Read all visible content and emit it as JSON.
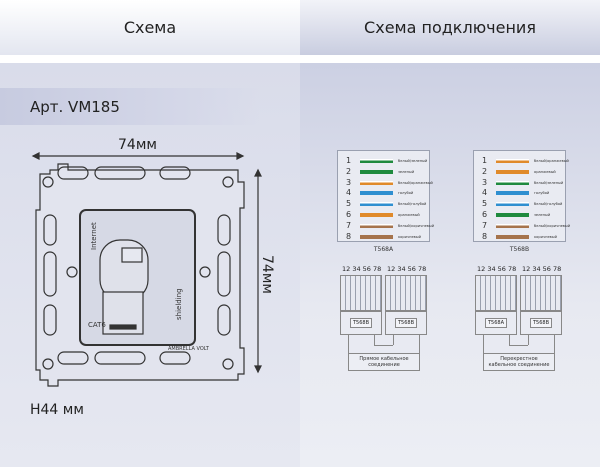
{
  "header": {
    "left_title": "Схема",
    "right_title": "Схема подключения"
  },
  "product": {
    "article": "Арт. VM185",
    "width_dim": "74мм",
    "height_dim": "74мм",
    "depth_dim": "H44 мм",
    "socket_labels": {
      "internet": "Internet",
      "shielding": "shielding",
      "cat": "CAT6",
      "brand": "AMBRELLA VOLT"
    }
  },
  "colors": {
    "green": "#1f8a3e",
    "orange": "#e08a2a",
    "blue": "#2f8fd0",
    "brown": "#a6744c"
  },
  "wiring": [
    {
      "standard": "T568A",
      "rows": [
        {
          "num": "1",
          "label": "белый/зеленый",
          "color": "green",
          "striped": true
        },
        {
          "num": "2",
          "label": "зеленый",
          "color": "green",
          "striped": false
        },
        {
          "num": "3",
          "label": "белый/оранжевый",
          "color": "orange",
          "striped": true
        },
        {
          "num": "4",
          "label": "голубой",
          "color": "blue",
          "striped": false
        },
        {
          "num": "5",
          "label": "белый/голубой",
          "color": "blue",
          "striped": true
        },
        {
          "num": "6",
          "label": "оранжевый",
          "color": "orange",
          "striped": false
        },
        {
          "num": "7",
          "label": "белый/коричневый",
          "color": "brown",
          "striped": true
        },
        {
          "num": "8",
          "label": "коричневый",
          "color": "brown",
          "striped": false
        }
      ]
    },
    {
      "standard": "T568B",
      "rows": [
        {
          "num": "1",
          "label": "белый/оранжевый",
          "color": "orange",
          "striped": true
        },
        {
          "num": "2",
          "label": "оранжевый",
          "color": "orange",
          "striped": false
        },
        {
          "num": "3",
          "label": "белый/зеленый",
          "color": "green",
          "striped": true
        },
        {
          "num": "4",
          "label": "голубой",
          "color": "blue",
          "striped": false
        },
        {
          "num": "5",
          "label": "белый/голубой",
          "color": "blue",
          "striped": true
        },
        {
          "num": "6",
          "label": "зеленый",
          "color": "green",
          "striped": false
        },
        {
          "num": "7",
          "label": "белый/коричневый",
          "color": "brown",
          "striped": true
        },
        {
          "num": "8",
          "label": "коричневый",
          "color": "brown",
          "striped": false
        }
      ]
    }
  ],
  "connections": [
    {
      "pins": "12 34 56 78",
      "left": "T568B",
      "right": "T568B",
      "caption": "Прямое кабельное соединение"
    },
    {
      "pins": "12 34 56 78",
      "left": "T568A",
      "right": "T568B",
      "caption": "Перекрестное кабельное соединение"
    }
  ]
}
